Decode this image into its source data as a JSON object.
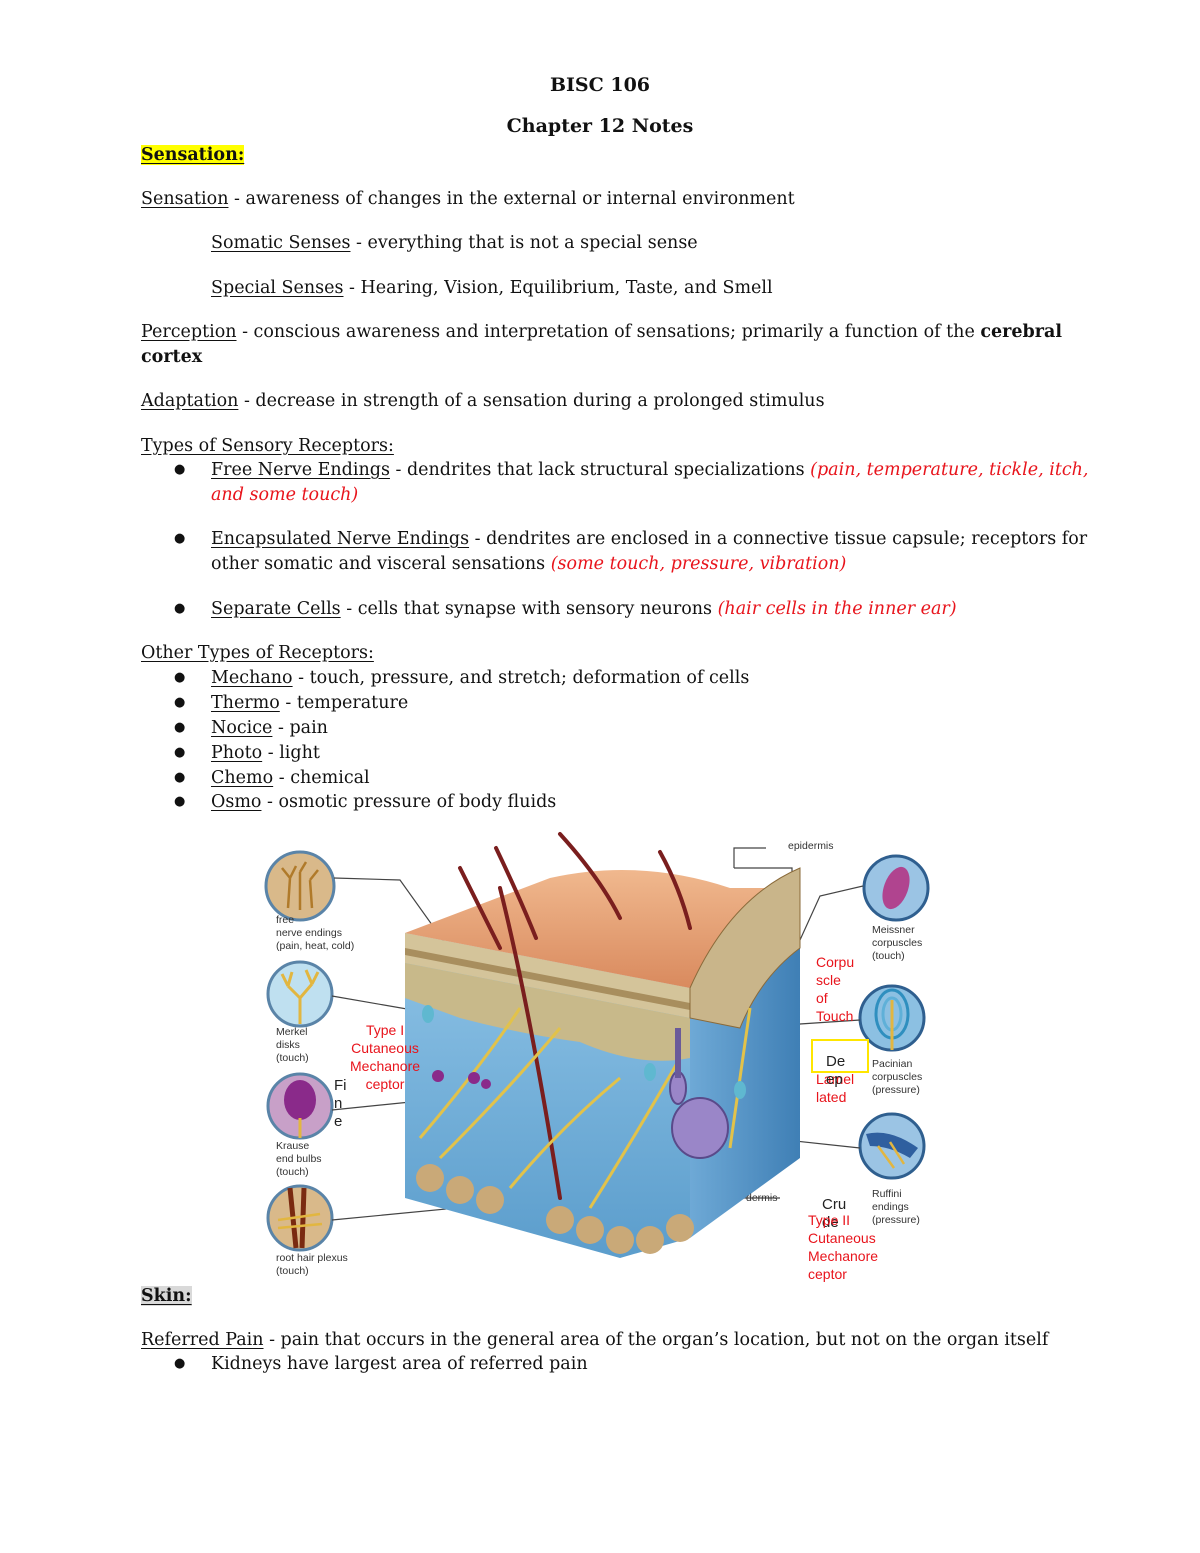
{
  "header": {
    "course": "BISC 106",
    "chapter": "Chapter 12 Notes"
  },
  "sensation_section": {
    "heading": "Sensation:",
    "sensation": {
      "term": "Sensation",
      "def": " - awareness of changes in the external or internal environment"
    },
    "somatic": {
      "term": "Somatic Senses",
      "def": " - everything that is not a special sense"
    },
    "special": {
      "term": "Special Senses",
      "def": " - Hearing, Vision, Equilibrium, Taste, and Smell"
    },
    "perception": {
      "term": "Perception",
      "def": " - conscious awareness and interpretation of sensations; primarily a function of the ",
      "bold1": "cerebral",
      "bold2": "cortex"
    },
    "adaptation": {
      "term": "Adaptation",
      "def": " - decrease in strength of a sensation during a prolonged stimulus"
    }
  },
  "receptor_types": {
    "heading": "Types of Sensory Receptors:",
    "items": [
      {
        "term": "Free Nerve Endings",
        "def": " - dendrites that lack structural specializations ",
        "ex1": "(pain, temperature, tickle, itch,",
        "ex2": "and some touch)"
      },
      {
        "term": "Encapsulated Nerve Endings",
        "def": " - dendrites are enclosed in a connective tissue capsule; receptors for",
        "def2": "other somatic and visceral sensations ",
        "ex": "(some touch, pressure, vibration)"
      },
      {
        "term": "Separate Cells",
        "def": " - cells that synapse with sensory neurons ",
        "ex": "(hair cells in the inner ear)"
      }
    ]
  },
  "other_receptors": {
    "heading": "Other Types of Receptors:",
    "items": [
      {
        "term": "Mechano",
        "def": " - touch, pressure, and stretch; deformation of cells"
      },
      {
        "term": "Thermo",
        "def": " - temperature"
      },
      {
        "term": "Nocice",
        "def": " - pain"
      },
      {
        "term": "Photo",
        "def": " - light"
      },
      {
        "term": "Chemo",
        "def": " - chemical"
      },
      {
        "term": "Osmo",
        "def": " - osmotic pressure of body fluids"
      }
    ]
  },
  "figure": {
    "labels": {
      "free": "free\nnerve endings\n(pain, heat, cold)",
      "merkel": "Merkel\ndisks\n(touch)",
      "krause": "Krause\nend bulbs\n(touch)",
      "root": "root hair plexus\n(touch)",
      "epidermis": "epidermis",
      "meissner": "Meissner\ncorpuscles\n(touch)",
      "pacinian": "Pacinian\ncorpuscles\n(pressure)",
      "dermis": "dermis",
      "ruffini": "Ruffini\nendings\n(pressure)"
    },
    "annotations": {
      "type1": "Type I\nCutaneous\nMechanore\nceptor",
      "fine": "Fi\nn\ne",
      "corpuscle": "Corpu\nscle\nof\nTouch",
      "lamellated": "Lamel\nlated",
      "deep": "De\nep",
      "crude": "Cru\nde",
      "type2": "Type II\nCutaneous\nMechanore\nceptor"
    }
  },
  "skin_section": {
    "heading": "Skin:",
    "referred": {
      "term": "Referred Pain",
      "def": " - pain that occurs in the general area of the organ’s location, but not on the organ itself"
    },
    "bullet": "Kidneys have largest area of referred pain"
  },
  "colors": {
    "highlight": "#ffff00",
    "example_red": "#e8141c"
  }
}
